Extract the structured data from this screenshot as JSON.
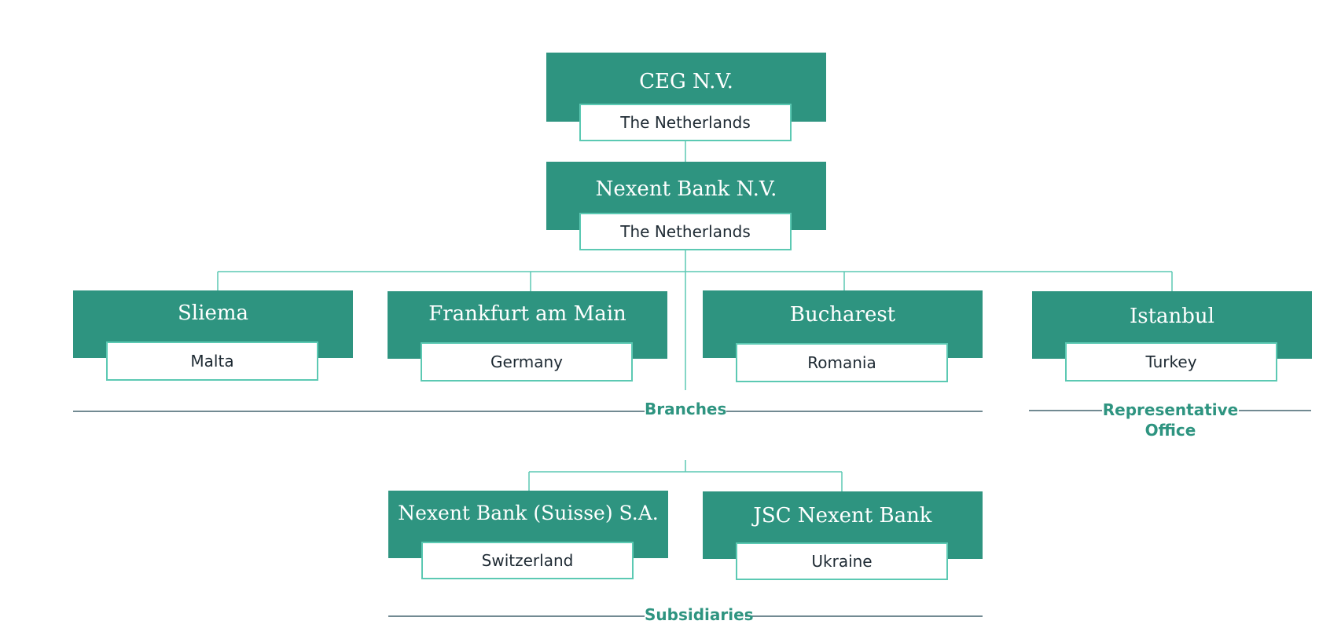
{
  "colors": {
    "box_fill": "#2e9480",
    "box_text": "#ffffff",
    "sub_border": "#5cc9b3",
    "sub_text": "#1e2a33",
    "connector": "#5cc9b3",
    "divider": "#1f4450",
    "label_text": "#2e9480"
  },
  "nodes": {
    "ceg": {
      "title": "CEG N.V.",
      "country": "The Netherlands"
    },
    "nexent_bank": {
      "title": "Nexent Bank N.V.",
      "country": "The Netherlands"
    },
    "sliema": {
      "title": "Sliema",
      "country": "Malta"
    },
    "frankfurt": {
      "title": "Frankfurt am Main",
      "country": "Germany"
    },
    "bucharest": {
      "title": "Bucharest",
      "country": "Romania"
    },
    "istanbul": {
      "title": "Istanbul",
      "country": "Turkey"
    },
    "suisse": {
      "title": "Nexent Bank (Suisse) S.A.",
      "country": "Switzerland"
    },
    "jsc": {
      "title": "JSC Nexent Bank",
      "country": "Ukraine"
    }
  },
  "sections": {
    "branches": "Branches",
    "representative_office_line1": "Representative",
    "representative_office_line2": "Office",
    "subsidiaries": "Subsidiaries"
  }
}
